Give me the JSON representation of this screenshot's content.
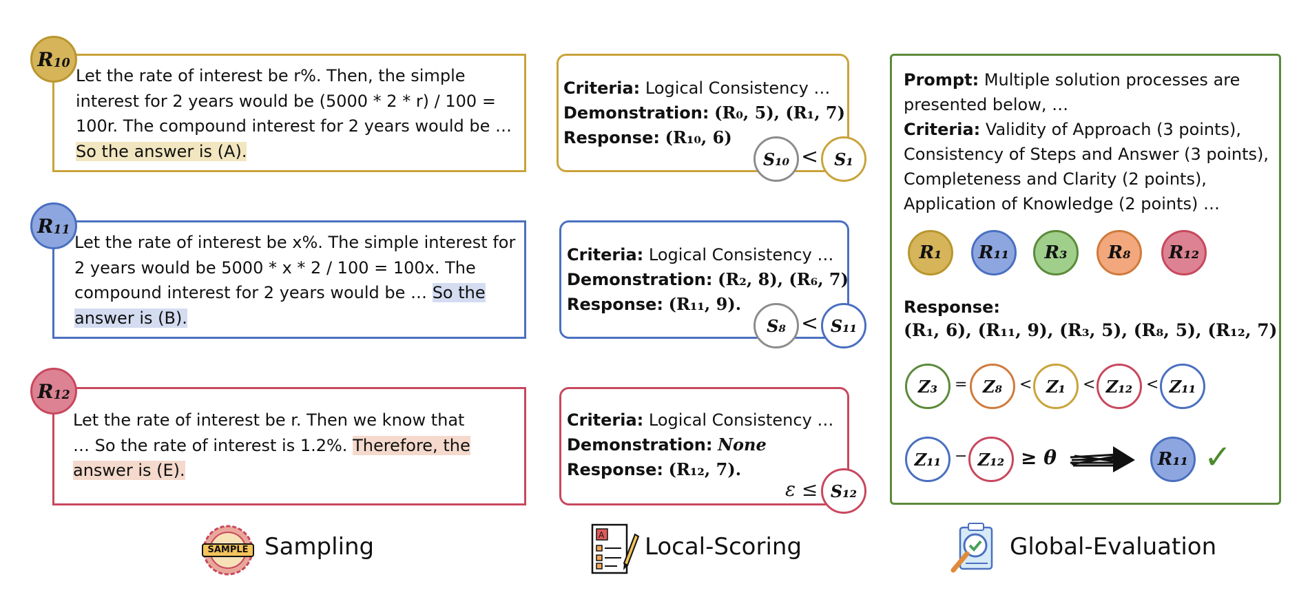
{
  "sampling": {
    "r10": {
      "label_main": "R",
      "label_sub": "10",
      "text_pre": "Let the rate of interest be r%. Then, the simple interest for 2 years would be (5000 * 2 * r) / 100 = 100r. The compound interest for 2 years would be … ",
      "text_highlight": "So the answer is (A)."
    },
    "r11": {
      "label_main": "R",
      "label_sub": "11",
      "text_pre": "Let the rate of interest be x%. The simple interest for 2 years would be 5000 * x * 2 / 100 = 100x. The compound interest for 2 years would be … ",
      "text_highlight": "So the answer is (B)."
    },
    "r12": {
      "label_main": "R",
      "label_sub": "12",
      "text_pre": "Let the rate of interest be r. Then we know that … So the rate of interest is 1.2%. ",
      "text_highlight": "Therefore, the answer is (E)."
    }
  },
  "local_scoring": {
    "criteria_label": "Criteria:",
    "criteria_value": "Logical Consistency …",
    "demonstration_label": "Demonstration:",
    "response_label": "Response:",
    "box1": {
      "demonstration": "(R₀, 5), (R₁, 7)",
      "response": "(R₁₀, 6)",
      "left_circle": "S₁₀",
      "op": "<",
      "right_circle": "S₁"
    },
    "box2": {
      "demonstration": "(R₂, 8), (R₆, 7)",
      "response": "(R₁₁, 9).",
      "left_circle": "S₈",
      "op": "<",
      "right_circle": "S₁₁"
    },
    "box3": {
      "demonstration": "None",
      "response": "(R₁₂, 7).",
      "left_symbol": "ε ≤",
      "right_circle": "S₁₂"
    }
  },
  "global_evaluation": {
    "prompt_label": "Prompt:",
    "prompt_text_1": "Multiple solution processes are",
    "prompt_text_2": "presented below, …",
    "criteria_label": "Criteria:",
    "criteria_1": "Validity of Approach (3 points),",
    "criteria_2": "Consistency of Steps and Answer (3 points),",
    "criteria_3": "Completeness and Clarity (2 points),",
    "criteria_4": "Application of Knowledge (2 points) …",
    "responses_row": [
      "R₁",
      "R₁₁",
      "R₃",
      "R₈",
      "R₁₂"
    ],
    "response_label": "Response:",
    "response_values": "(R₁, 6), (R₁₁, 9), (R₃, 5), (R₈, 5), (R₁₂, 7)",
    "ranking": {
      "items": [
        "Z₃",
        "Z₈",
        "Z₁",
        "Z₁₂",
        "Z₁₁"
      ],
      "ops": [
        "=",
        "<",
        "<",
        "<"
      ]
    },
    "final": {
      "left": "Z₁₁",
      "minus": "−",
      "right": "Z₁₂",
      "cond": "≥ θ",
      "result": "R₁₁",
      "check": "✓"
    }
  },
  "footer": {
    "sampling": "Sampling",
    "sample_badge": "SAMPLE",
    "local_scoring": "Local-Scoring",
    "global_evaluation": "Global-Evaluation"
  },
  "colors": {
    "gold": "#c9a33a",
    "blue": "#4a6fc0",
    "red": "#c8475e",
    "green": "#5b8a3a",
    "orange": "#cf7a3c"
  }
}
